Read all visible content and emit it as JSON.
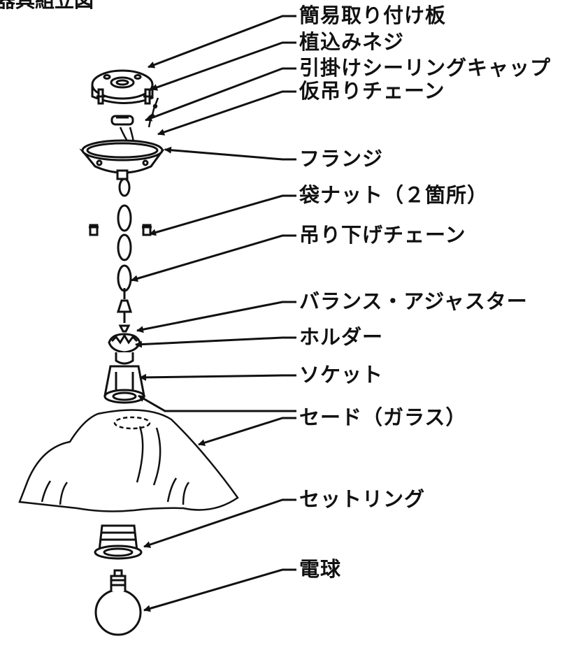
{
  "diagram": {
    "header_fragment": "器具組立図",
    "labels": {
      "mounting_plate": "簡易取り付け板",
      "stud_screw": "植込みネジ",
      "hook_ceiling_cap": "引掛けシーリングキャップ",
      "temp_chain": "仮吊りチェーン",
      "flange": "フランジ",
      "cap_nut": "袋ナット（２箇所）",
      "hanging_chain": "吊り下げチェーン",
      "balance_adjuster": "バランス・アジャスター",
      "holder": "ホルダー",
      "socket": "ソケット",
      "shade": "セード（ガラス）",
      "setting_ring": "セットリング",
      "bulb": "電球"
    }
  }
}
